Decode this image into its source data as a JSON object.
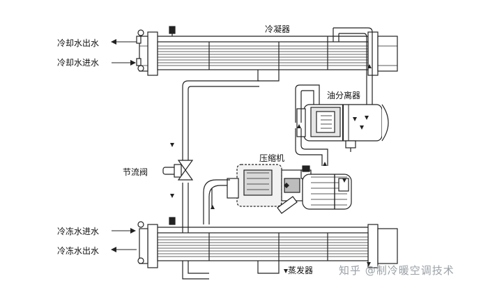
{
  "labels": {
    "condenser": "冷凝器",
    "cooling_water_out": "冷却水出水",
    "cooling_water_in": "冷却水进水",
    "oil_separator": "油分离器",
    "compressor": "压缩机",
    "throttle_valve": "节流阀",
    "chilled_water_in": "冷冻水进水",
    "chilled_water_out": "冷冻水出水",
    "evaporator": "蒸发器"
  },
  "watermark": {
    "text": "知乎 @制冷暖空调技术"
  },
  "colors": {
    "line": "#222222",
    "fill_light": "#f2f2f2",
    "tube": "#333333"
  }
}
